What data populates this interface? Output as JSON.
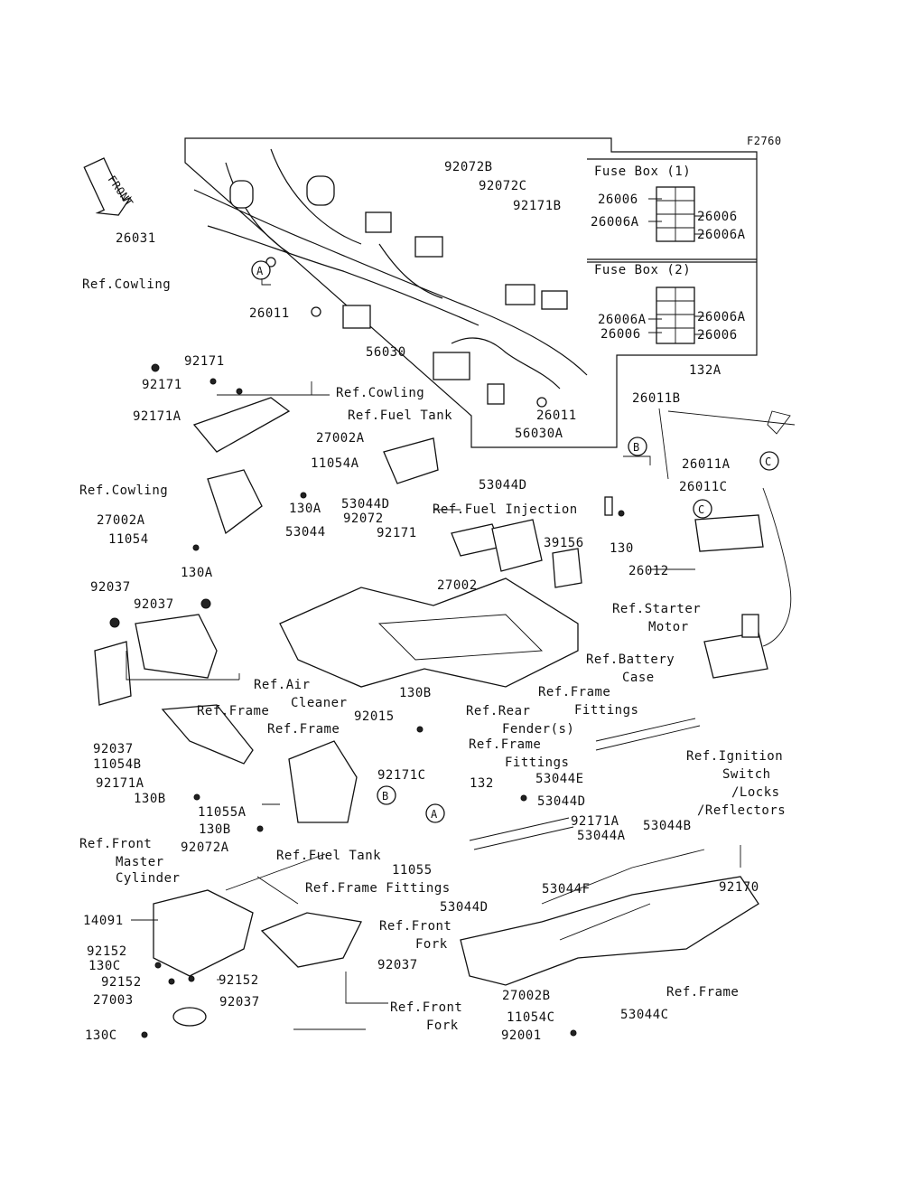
{
  "figure_code": "F2760",
  "front_arrow": "FRONT",
  "fuse_box_1": {
    "title": "Fuse Box (1)",
    "left": [
      "26006",
      "26006A"
    ],
    "right": [
      "26006",
      "26006A"
    ]
  },
  "fuse_box_2": {
    "title": "Fuse Box (2)",
    "left": [
      "26006A",
      "26006"
    ],
    "right": [
      "26006A",
      "26006"
    ]
  },
  "callouts": [
    "A",
    "B",
    "C"
  ],
  "labels": {
    "l26031": "26031",
    "l92072B": "92072B",
    "l92072C": "92072C",
    "l92171B": "92171B",
    "l26011_top": "26011",
    "l56030": "56030",
    "l26011_right": "26011",
    "l56030A": "56030A",
    "l132A": "132A",
    "refCowling1": "Ref.Cowling",
    "l92171_a": "92171",
    "l92171_b": "92171",
    "refCowling2": "Ref.Cowling",
    "refFuelTank1": "Ref.Fuel Tank",
    "l92171A_top": "92171A",
    "l27002A_top": "27002A",
    "l11054A": "11054A",
    "l53044D_top": "53044D",
    "refCowling3": "Ref.Cowling",
    "l130A_top": "130A",
    "l53044D_mid": "53044D",
    "l92072": "92072",
    "refFuelInjection": "Ref.Fuel Injection",
    "l27002A_left": "27002A",
    "l53044": "53044",
    "l11054": "11054",
    "l92171_mid": "92171",
    "l39156": "39156",
    "l130A_bottom": "130A",
    "l27002": "27002",
    "l26011B": "26011B",
    "l26011A": "26011A",
    "l26011C": "26011C",
    "l130": "130",
    "l26012": "26012",
    "refStarter1": "Ref.Starter",
    "refStarter2": "Motor",
    "l92037_left": "92037",
    "l92037_mid": "92037",
    "refBattery1": "Ref.Battery",
    "refBattery2": "Case",
    "refAir1": "Ref.Air",
    "refAir2": "Cleaner",
    "l130B_mid": "130B",
    "refRear1": "Ref.Rear",
    "refRear2": "Fender(s)",
    "refFrameFit1a": "Ref.Frame",
    "refFrameFit1b": "Fittings",
    "refFrame1": "Ref.Frame",
    "refFrame2": "Ref.Frame",
    "l92015": "92015",
    "refFrameFit2a": "Ref.Frame",
    "refFrameFit2b": "Fittings",
    "l92037_lower": "92037",
    "l11054B": "11054B",
    "l92171C": "92171C",
    "refIgnition1": "Ref.Ignition",
    "refIgnition2": "Switch",
    "refIgnition3": "/Locks",
    "refIgnition4": "/Reflectors",
    "l92171A_mid": "92171A",
    "l132": "132",
    "l53044E": "53044E",
    "l130B_lower": "130B",
    "l53044D_lower": "53044D",
    "l11055A": "11055A",
    "l92171A_lower": "92171A",
    "l53044B": "53044B",
    "l130B_bottom": "130B",
    "l53044A": "53044A",
    "l92072A": "92072A",
    "refFrontMaster1": "Ref.Front",
    "refFrontMaster2": "Master",
    "refFrontMaster3": "Cylinder",
    "refFuelTank2": "Ref.Fuel Tank",
    "l11055": "11055",
    "refFrameFit3": "Ref.Frame Fittings",
    "l53044F": "53044F",
    "l92170": "92170",
    "l53044D_bottom": "53044D",
    "l14091": "14091",
    "refFrontFork1a": "Ref.Front",
    "refFrontFork1b": "Fork",
    "l92152_a": "92152",
    "l130C_a": "130C",
    "l92037_bottom": "92037",
    "l92152_b": "92152",
    "l92152_c": "92152",
    "l27003": "27003",
    "l92037_last": "92037",
    "refFrontFork2a": "Ref.Front",
    "refFrontFork2b": "Fork",
    "l130C_b": "130C",
    "l27002B": "27002B",
    "l11054C": "11054C",
    "l53044C": "53044C",
    "l92001": "92001",
    "refFrame3": "Ref.Frame"
  }
}
